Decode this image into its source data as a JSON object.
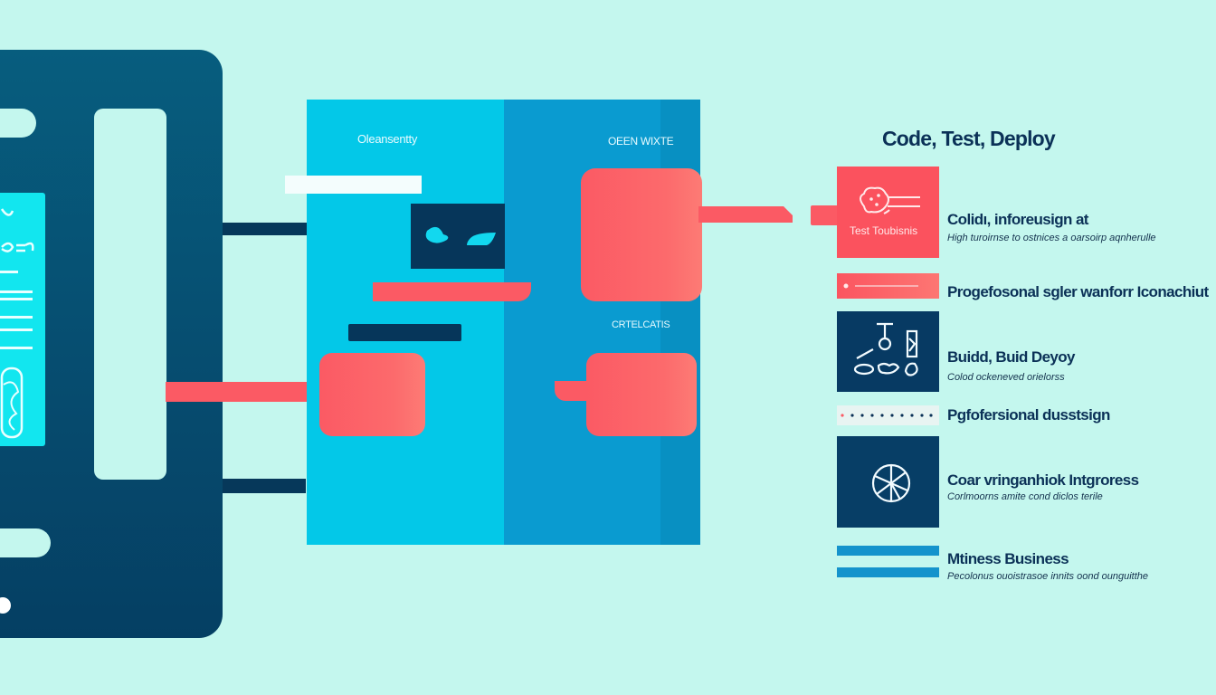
{
  "colors": {
    "background": "#c4f7ee",
    "navy": "#06385a",
    "cyan": "#03c8e8",
    "blue": "#0a9bd0",
    "coral": "#fb5a64",
    "text_dark": "#0b3157"
  },
  "board": {
    "label_top_left": "Oleansentty",
    "label_top_right": "OEEN WIXTE",
    "label_mid_right": "CRTELCATIS"
  },
  "info": {
    "title": "Code, Test, Deploy",
    "items": [
      {
        "tile_label": "Test Toubisnis",
        "tile_icon": "cookie-speed-icon",
        "title": "Colidı, inforeusign at",
        "subtitle": "High turoirnse to ostnices a oarsoirp aqnherulle"
      },
      {
        "tile_icon": "info-strip-icon",
        "title": "Progefosonal sgler wanforr Iconachiut",
        "subtitle": ""
      },
      {
        "tile_icon": "build-tools-icon",
        "title": "Buidd, Buid Deyoy",
        "subtitle": "Colod ockeneved orielorss"
      },
      {
        "tile_icon": "dotted-line-icon",
        "title": "Pgfofersional dusstsign",
        "subtitle": ""
      },
      {
        "tile_icon": "wheel-icon",
        "title": "Coar vringanhiok Intgroress",
        "subtitle": "Corlmoorns amite cond diclos terile"
      },
      {
        "tile_icon": "stripes-icon",
        "title": "Mtiness Business",
        "subtitle": "Pecolonus ouoistrasoe innits oond ounguitthe"
      }
    ]
  }
}
